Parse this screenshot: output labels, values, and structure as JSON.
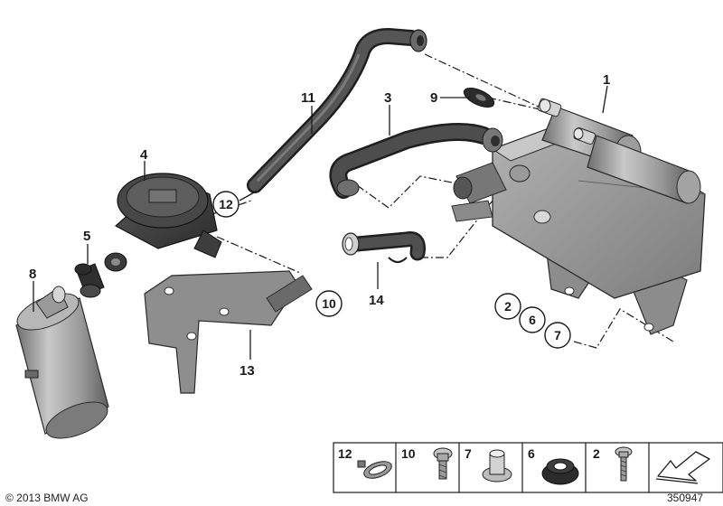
{
  "callouts": {
    "c1": "1",
    "c2": "2",
    "c3": "3",
    "c4": "4",
    "c5": "5",
    "c6": "6",
    "c7": "7",
    "c8": "8",
    "c9": "9",
    "c10": "10",
    "c11": "11",
    "c12": "12",
    "c13": "13",
    "c14": "14"
  },
  "legend": {
    "items": [
      {
        "label": "12",
        "icon": "hose-clamp-icon"
      },
      {
        "label": "10",
        "icon": "hex-bolt-icon"
      },
      {
        "label": "7",
        "icon": "bushing-icon"
      },
      {
        "label": "6",
        "icon": "rubber-grommet-icon"
      },
      {
        "label": "2",
        "icon": "screw-icon"
      },
      {
        "label": "",
        "icon": "arrow-down-left-icon"
      }
    ]
  },
  "footer": {
    "copyright": "© 2013 BMW AG",
    "diagram_number": "350947"
  },
  "colors": {
    "part_gray": "#8f8f8f",
    "hose_dark": "#3d3d3d",
    "line": "#1a1a1a"
  }
}
